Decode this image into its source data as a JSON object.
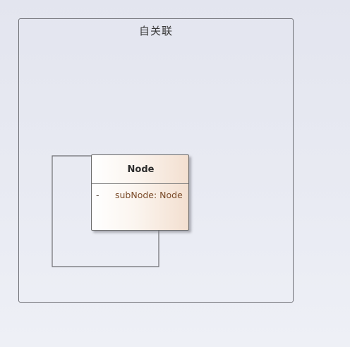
{
  "diagram": {
    "frame_title": "自关联",
    "class": {
      "name": "Node",
      "attributes": [
        {
          "visibility": "-",
          "text": "subNode: Node"
        }
      ]
    }
  }
}
